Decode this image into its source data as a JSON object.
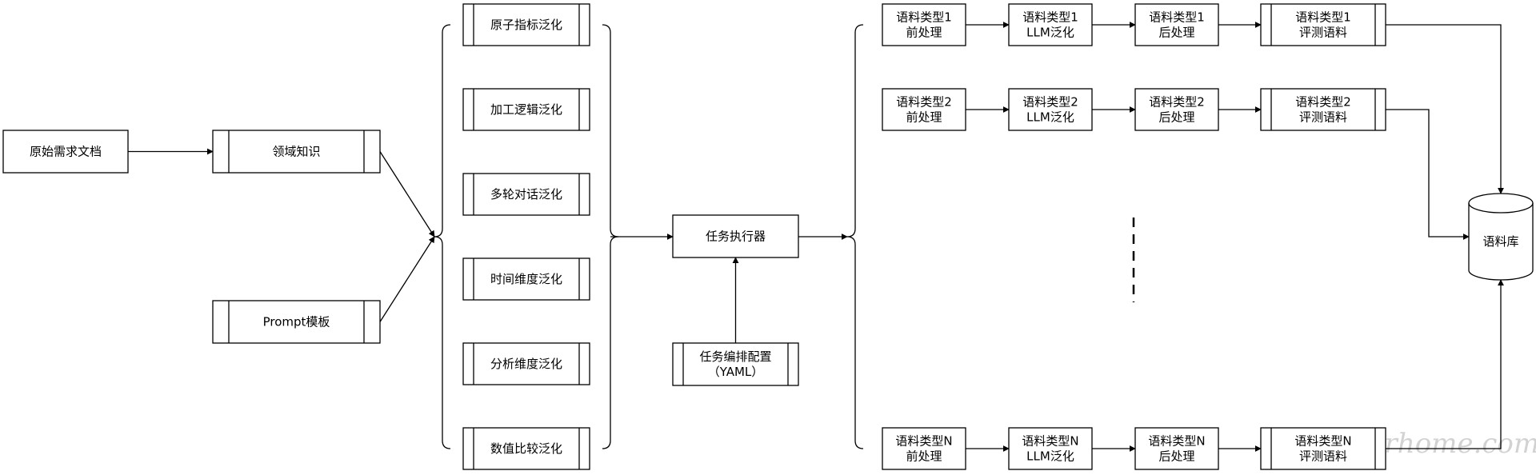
{
  "nodes": {
    "source_doc": [
      "原始需求文档"
    ],
    "domain_knowledge": [
      "领域知识"
    ],
    "prompt_template": [
      "Prompt模板"
    ],
    "gen_atomic_metric": [
      "原子指标泛化"
    ],
    "gen_processing_logic": [
      "加工逻辑泛化"
    ],
    "gen_multi_turn": [
      "多轮对话泛化"
    ],
    "gen_time_dimension": [
      "时间维度泛化"
    ],
    "gen_analysis_dimension": [
      "分析维度泛化"
    ],
    "gen_numeric_compare": [
      "数值比较泛化"
    ],
    "task_executor": [
      "任务执行器"
    ],
    "task_config": [
      "任务编排配置",
      "（YAML）"
    ],
    "corpus_db": [
      "语料库"
    ]
  },
  "pipelines": [
    {
      "id": "1",
      "steps": [
        [
          "语料类型1",
          "前处理"
        ],
        [
          "语料类型1",
          "LLM泛化"
        ],
        [
          "语料类型1",
          "后处理"
        ],
        [
          "语料类型1",
          "评测语料"
        ]
      ]
    },
    {
      "id": "2",
      "steps": [
        [
          "语料类型2",
          "前处理"
        ],
        [
          "语料类型2",
          "LLM泛化"
        ],
        [
          "语料类型2",
          "后处理"
        ],
        [
          "语料类型2",
          "评测语料"
        ]
      ]
    },
    {
      "id": "N",
      "steps": [
        [
          "语料类型N",
          "前处理"
        ],
        [
          "语料类型N",
          "LLM泛化"
        ],
        [
          "语料类型N",
          "后处理"
        ],
        [
          "语料类型N",
          "评测语料"
        ]
      ]
    }
  ],
  "watermark": "xstarhome.com",
  "colors": {
    "stroke": "#000000",
    "fill": "#ffffff",
    "watermark": "#d2d2d2"
  }
}
